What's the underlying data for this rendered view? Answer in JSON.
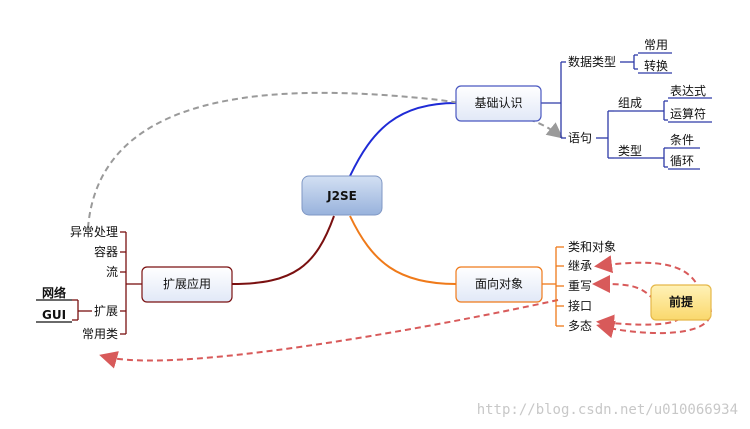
{
  "center": {
    "label": "J2SE"
  },
  "branches": {
    "basics": {
      "label": "基础认识",
      "data_types": {
        "label": "数据类型",
        "children": [
          "常用",
          "转换"
        ]
      },
      "statements": {
        "label": "语句",
        "composition": {
          "label": "组成",
          "children": [
            "表达式",
            "运算符"
          ]
        },
        "types": {
          "label": "类型",
          "children": [
            "条件",
            "循环"
          ]
        }
      }
    },
    "oop": {
      "label": "面向对象",
      "children": [
        "类和对象",
        "继承",
        "重写",
        "接口",
        "多态"
      ]
    },
    "advanced": {
      "label": "扩展应用",
      "children": [
        "异常处理",
        "容器",
        "流",
        "扩展",
        "常用类"
      ],
      "extension_children": [
        "网络",
        "GUI"
      ]
    }
  },
  "prerequisite": {
    "label": "前提"
  },
  "watermark": "http://blog.csdn.net/u010066934",
  "colors": {
    "center_fill": "#b4c8e8",
    "node_fill": "#edf1fb",
    "node_border": "#4a58c0",
    "prereq_fill": "#fde79a",
    "prereq_border": "#e5b84a",
    "basics_line": "#1f2bd6",
    "oop_line": "#ef7a1a",
    "advanced_line": "#7a1010",
    "leaf_line": "#2e3aa8",
    "dashed_gray": "#9a9a9a",
    "dashed_red": "#d85a5a"
  }
}
